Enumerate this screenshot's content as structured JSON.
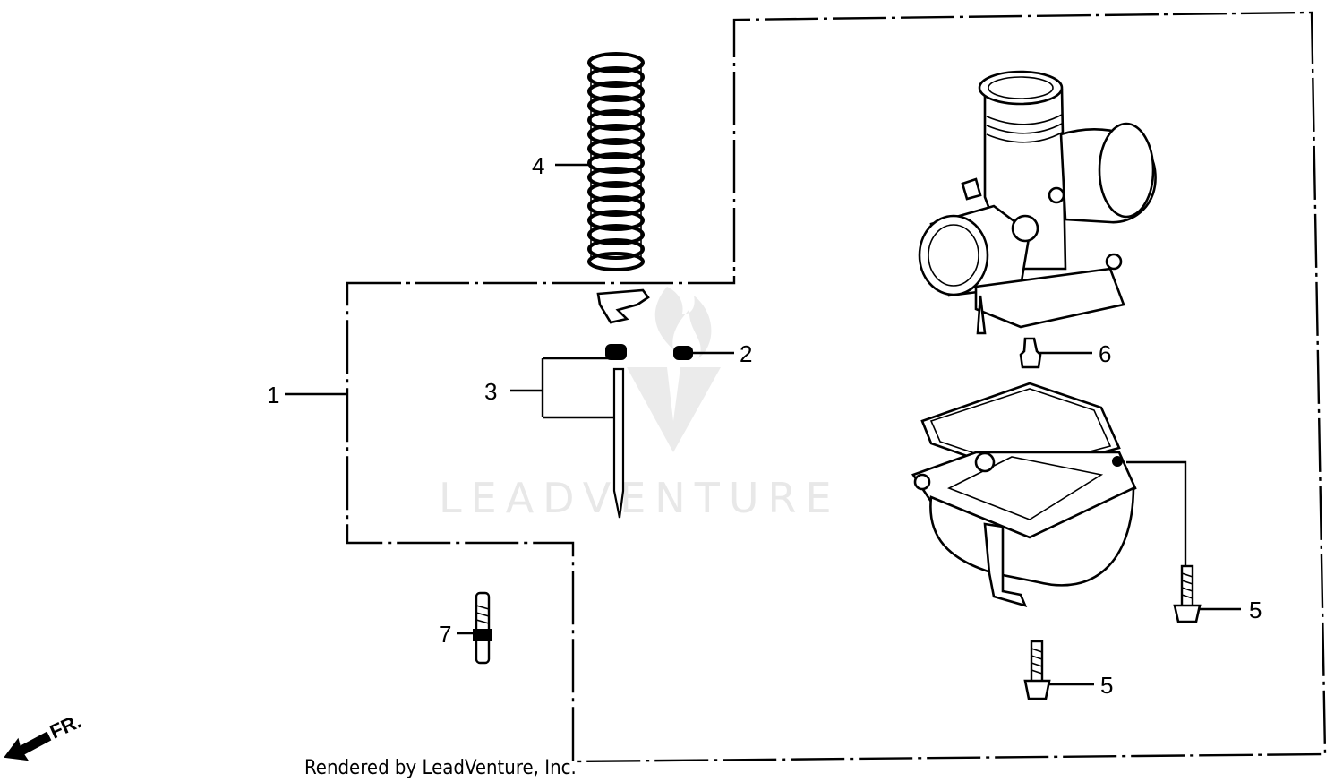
{
  "callouts": {
    "c1": "1",
    "c2": "2",
    "c3": "3",
    "c4": "4",
    "c5a": "5",
    "c5b": "5",
    "c6": "6",
    "c7": "7"
  },
  "watermark": "LEADVENTURE",
  "direction_label": "FR.",
  "credit": "Rendered by LeadVenture, Inc."
}
